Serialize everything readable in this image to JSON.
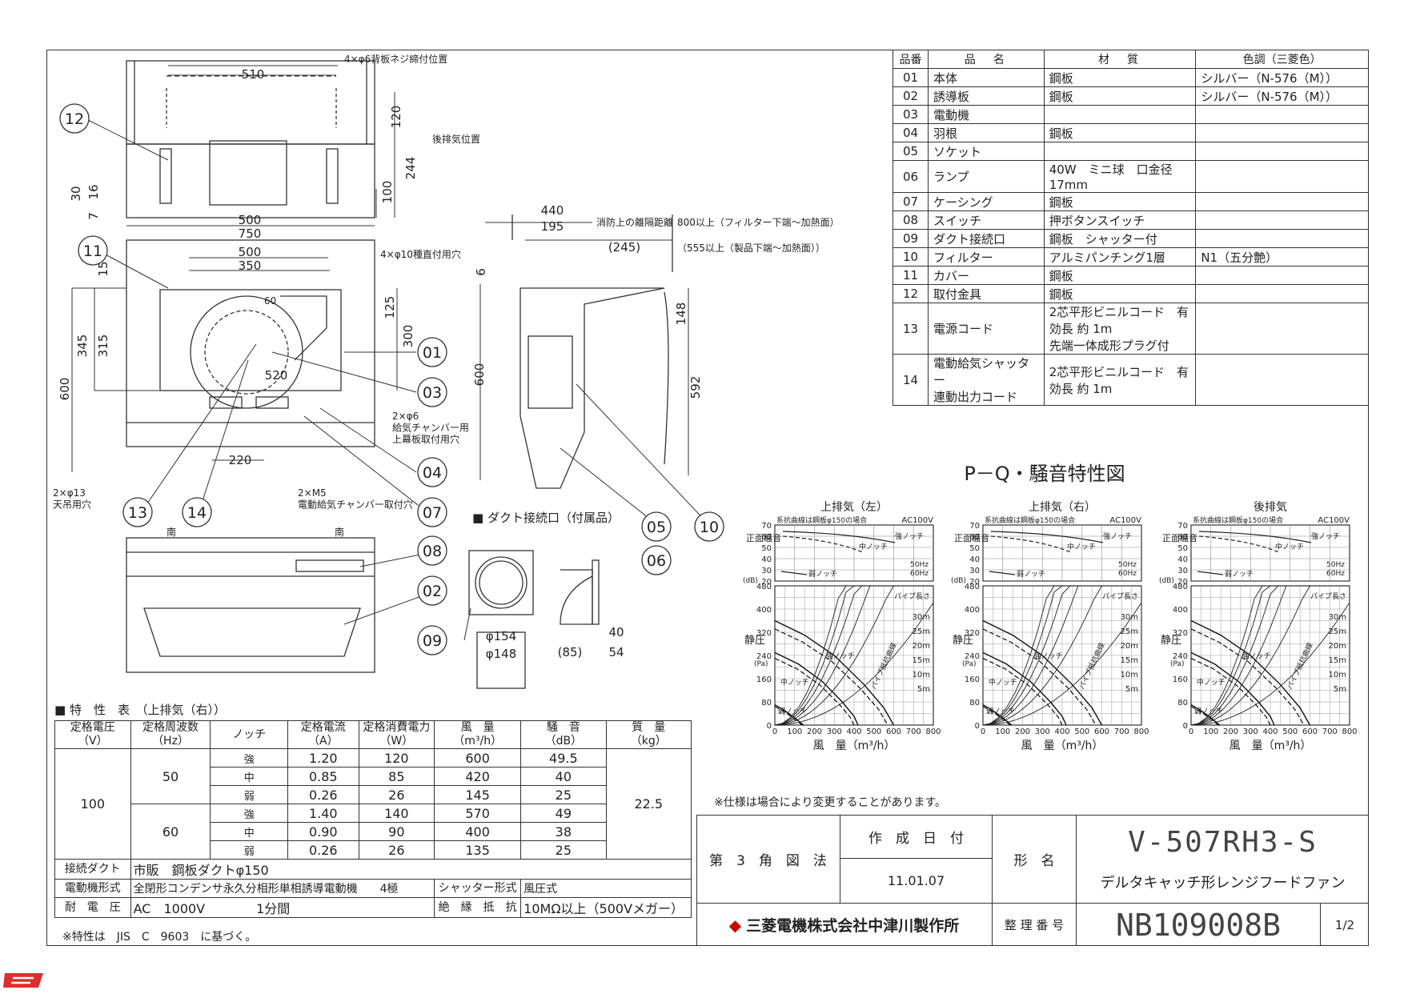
{
  "drawing": {
    "top_view": {
      "dim_510": "510",
      "dim_120": "120",
      "dim_244": "244",
      "dim_100": "100",
      "dim_30": "30",
      "dim_16": "16",
      "dim_7": "7",
      "dim_500": "500",
      "note_bolt": "4×φ6背板ネジ締付位置",
      "note_exhaust": "後排気位置"
    },
    "front_view": {
      "dim_750": "750",
      "dim_500": "500",
      "dim_350": "350",
      "dim_15": "15",
      "dim_125": "125",
      "dim_345": "345",
      "dim_315": "315",
      "dim_300": "300",
      "dim_600": "600",
      "dim_520": "520",
      "dim_220": "220",
      "dim_60": "60",
      "note_hang": "4×φ10種直付用穴",
      "note_ceiling": "2×φ13\n天吊用穴",
      "note_chamber": "2×φ6\n給気チャンバー用\n上幕板取付用穴",
      "note_m5": "2×M5\n電動給気チャンバー取付穴"
    },
    "side_view": {
      "dim_440": "440",
      "dim_195": "195",
      "dim_245": "(245)",
      "dim_6": "6",
      "dim_148": "148",
      "dim_600": "600",
      "dim_592": "592",
      "note_fire": "消防上の離隔距離",
      "note_800": "800以上（フィルター下端～加熱面）",
      "note_555": "（555以上（製品下端～加熱面））"
    },
    "duct": {
      "title": "■ ダクト接続口（付属品）",
      "d154": "φ154",
      "d148": "φ148",
      "d85": "(85)",
      "d40": "40",
      "d54": "54"
    },
    "bottom_view": {
      "label_l": "南",
      "label_r": "南"
    },
    "callouts": [
      "12",
      "11",
      "13",
      "14",
      "01",
      "03",
      "04",
      "07",
      "05",
      "10",
      "06",
      "08",
      "02",
      "09"
    ]
  },
  "parts_table": {
    "headers": [
      "品番",
      "品　名",
      "材　質",
      "色調（三菱色）"
    ],
    "rows": [
      [
        "01",
        "本体",
        "鋼板",
        "シルバー（N-576（M））"
      ],
      [
        "02",
        "誘導板",
        "鋼板",
        "シルバー（N-576（M））"
      ],
      [
        "03",
        "電動機",
        "",
        ""
      ],
      [
        "04",
        "羽根",
        "鋼板",
        ""
      ],
      [
        "05",
        "ソケット",
        "",
        ""
      ],
      [
        "06",
        "ランプ",
        "40W　ミニ球　口金径17mm",
        ""
      ],
      [
        "07",
        "ケーシング",
        "鋼板",
        ""
      ],
      [
        "08",
        "スイッチ",
        "押ボタンスイッチ",
        ""
      ],
      [
        "09",
        "ダクト接続口",
        "鋼板　シャッター付",
        ""
      ],
      [
        "10",
        "フィルター",
        "アルミパンチング1層",
        "N1（五分艶）"
      ],
      [
        "11",
        "カバー",
        "鋼板",
        ""
      ],
      [
        "12",
        "取付金具",
        "鋼板",
        ""
      ],
      [
        "13",
        "電源コード",
        "2芯平形ビニルコード　有効長 約 1m\n先端一体成形プラグ付",
        ""
      ],
      [
        "14",
        "電動給気シャッター\n連動出力コード",
        "2芯平形ビニルコード　有効長 約 1m",
        ""
      ]
    ]
  },
  "pq_chart": {
    "title": "P－Q・騒音特性図",
    "panels": [
      {
        "title": "上排気（左）"
      },
      {
        "title": "上排気（右）"
      },
      {
        "title": "後排気"
      }
    ],
    "noise_note": "系抗曲線は鋼板φ150の場合",
    "power": "AC100V",
    "noise_ylabel": "正面騒音",
    "noise_unit": "(dB)",
    "noise_ticks": [
      "70",
      "60",
      "50",
      "40",
      "30",
      "20"
    ],
    "pressure_ylabel": "静圧",
    "pressure_unit": "(Pa)",
    "pressure_ticks": [
      "480",
      "400",
      "320",
      "240",
      "160",
      "80",
      "0"
    ],
    "x_ticks": [
      "0",
      "100",
      "200",
      "300",
      "400",
      "500",
      "600",
      "700",
      "800"
    ],
    "xlabel": "風　量（m³/h）",
    "notch_labels": [
      "強ノッチ",
      "中ノッチ",
      "弱ノッチ"
    ],
    "hz_labels": [
      "50Hz",
      "60Hz"
    ],
    "pipe_label": "パイプ長さ",
    "pipe_lengths": [
      "30m",
      "25m",
      "20m",
      "15m",
      "10m",
      "5m"
    ],
    "resist_label": "パイプ抵抗曲線"
  },
  "chart_data": {
    "type": "line",
    "title": "P－Q・騒音特性図",
    "xlabel": "風　量（m³/h）",
    "ylabel": "静圧",
    "xlim": [
      0,
      800
    ],
    "ylim": [
      0,
      480
    ],
    "series": [
      {
        "name": "強ノッチ",
        "x": [
          0,
          150,
          300,
          450,
          550,
          600
        ],
        "y": [
          360,
          310,
          240,
          140,
          60,
          0
        ]
      },
      {
        "name": "中ノッチ",
        "x": [
          0,
          120,
          240,
          340,
          400,
          420
        ],
        "y": [
          250,
          210,
          150,
          80,
          30,
          0
        ]
      },
      {
        "name": "弱ノッチ",
        "x": [
          0,
          50,
          100,
          145
        ],
        "y": [
          70,
          50,
          25,
          0
        ]
      }
    ]
  },
  "spec_table": {
    "title": "■ 特　性　表　（上排気（右））",
    "headers": [
      "定格電圧\n（V）",
      "定格周波数\n（Hz）",
      "ノッチ",
      "定格電流\n（A）",
      "定格消費電力\n（W）",
      "風　量\n（m³/h）",
      "騒　音\n（dB）",
      "質　量\n（kg）"
    ],
    "voltage": "100",
    "mass": "22.5",
    "groups": [
      {
        "hz": "50",
        "rows": [
          [
            "強",
            "1.20",
            "120",
            "600",
            "49.5"
          ],
          [
            "中",
            "0.85",
            "85",
            "420",
            "40"
          ],
          [
            "弱",
            "0.26",
            "26",
            "145",
            "25"
          ]
        ]
      },
      {
        "hz": "60",
        "rows": [
          [
            "強",
            "1.40",
            "140",
            "570",
            "49"
          ],
          [
            "中",
            "0.90",
            "90",
            "400",
            "38"
          ],
          [
            "弱",
            "0.26",
            "26",
            "135",
            "25"
          ]
        ]
      }
    ],
    "duct_label": "接続ダクト",
    "duct_value": "市販　鋼板ダクトφ150",
    "motor_label": "電動機形式",
    "motor_value": "全閉形コンデンサ永久分相形単相誘導電動機　　4極",
    "shutter_label": "シャッター形式",
    "shutter_value": "風圧式",
    "withstand_label": "耐　電　圧",
    "withstand_value": "AC　1000V　　　　1分間",
    "insul_label": "絶　縁　抵　抗",
    "insul_value": "10MΩ以上（500Vメガー）",
    "footnote": "※特性は　JIS　C　9603　に基づく。"
  },
  "spec_note": "※仕様は場合により変更することがあります。",
  "title_block": {
    "projection": "第　3　角　図　法",
    "date_label": "作　成　日　付",
    "date": "11.01.07",
    "name_label": "形　名",
    "model": "V-507RH3-S",
    "product": "デルタキャッチ形レンジフードファン",
    "company": "三菱電機株式会社中津川製作所",
    "num_label": "整 理 番 号",
    "number": "NB109008B",
    "sheet": "1/2"
  },
  "colors": {
    "line": "#333333",
    "logo": "#e02c2c"
  }
}
